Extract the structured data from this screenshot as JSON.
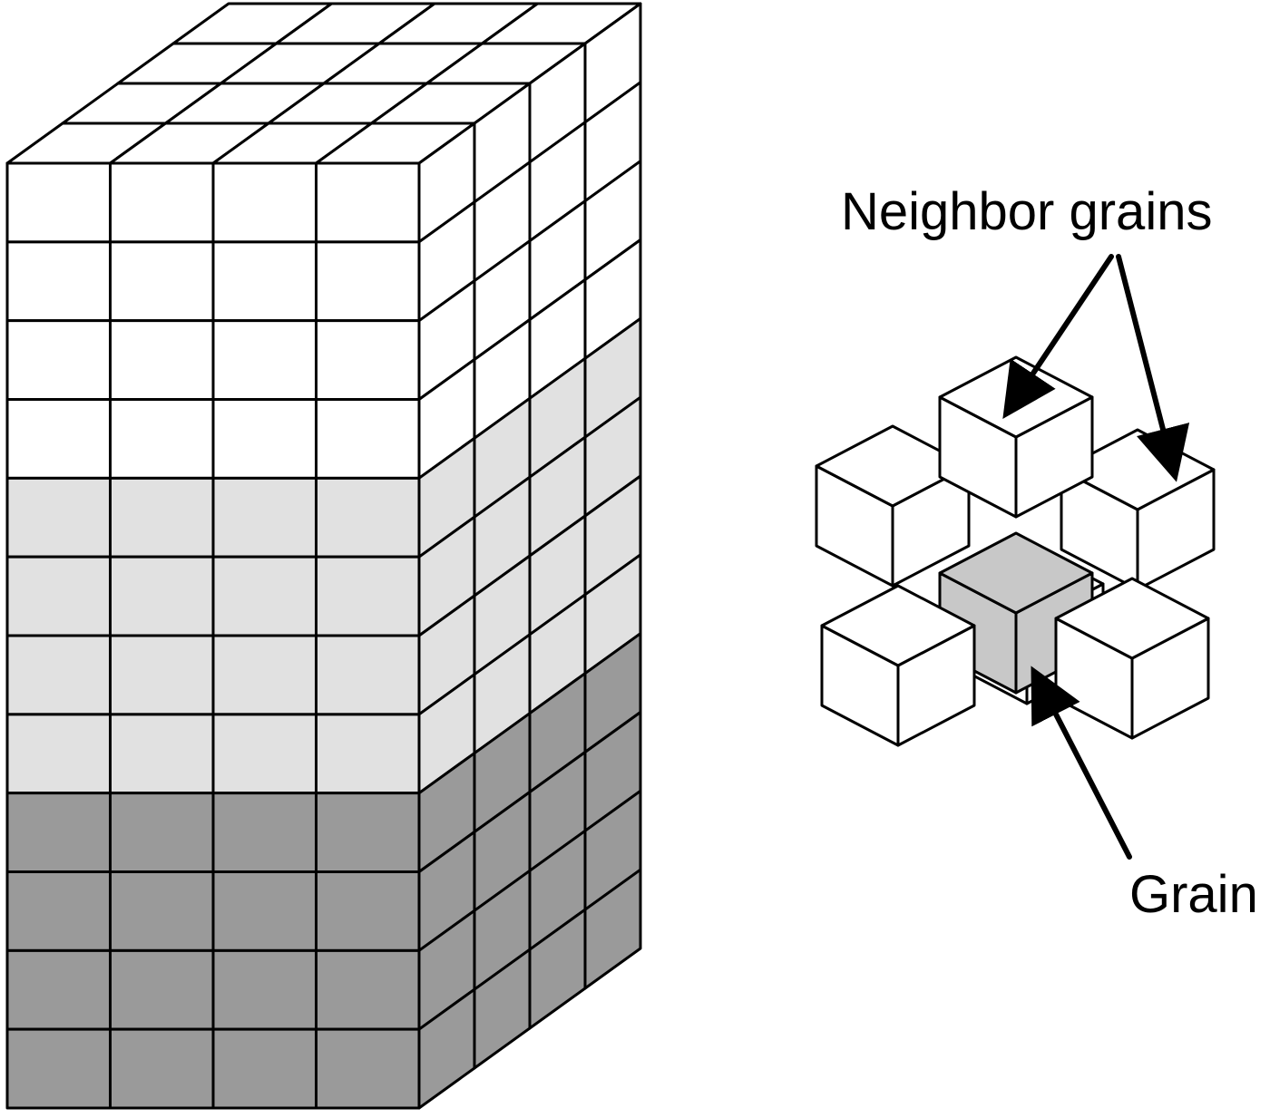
{
  "labels": {
    "neighbor": "Neighbor grains",
    "grain": "Grain"
  },
  "colors": {
    "background": "#ffffff",
    "line": "#000000",
    "layer_white": "#ffffff",
    "layer_light": "#e1e1e1",
    "layer_dark": "#9a9a9a",
    "grain_fill": "#c8c8c8"
  },
  "block": {
    "columns": 4,
    "depth": 4,
    "layers": [
      "white",
      "white",
      "white",
      "white",
      "light",
      "light",
      "light",
      "light",
      "dark",
      "dark",
      "dark",
      "dark"
    ]
  }
}
